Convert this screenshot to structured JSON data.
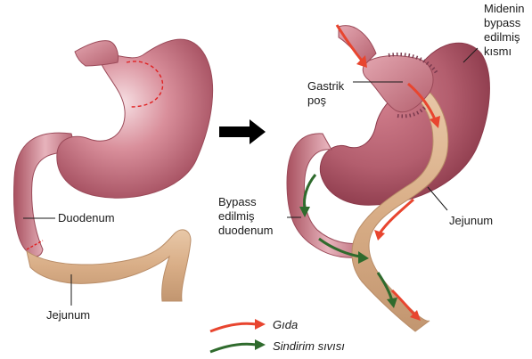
{
  "labels": {
    "duodenum": "Duodenum",
    "jejunum_left": "Jejunum",
    "gastric_pouch": [
      "Gastrik",
      "poş"
    ],
    "bypassed_stomach": [
      "Midenin",
      "bypass",
      "edilmiş",
      "kısmı"
    ],
    "bypassed_duodenum": [
      "Bypass",
      "edilmiş",
      "duodenum"
    ],
    "jejunum_right": "Jejunum"
  },
  "legend": {
    "food": "Gıda",
    "digestive_fluid": "Sindirim sıvısı"
  },
  "colors": {
    "stomach": "#c7727f",
    "stomach_dark": "#9c4656",
    "stomach_light": "#ecc7cd",
    "jejunum": "#dcb48f",
    "jejunum_dark": "#b98d68",
    "food_arrow": "#e8452f",
    "fluid_arrow": "#2f6b2d",
    "transition_arrow": "#000000",
    "staple_line": "#7a3a4e",
    "cut_line": "#e02020"
  }
}
